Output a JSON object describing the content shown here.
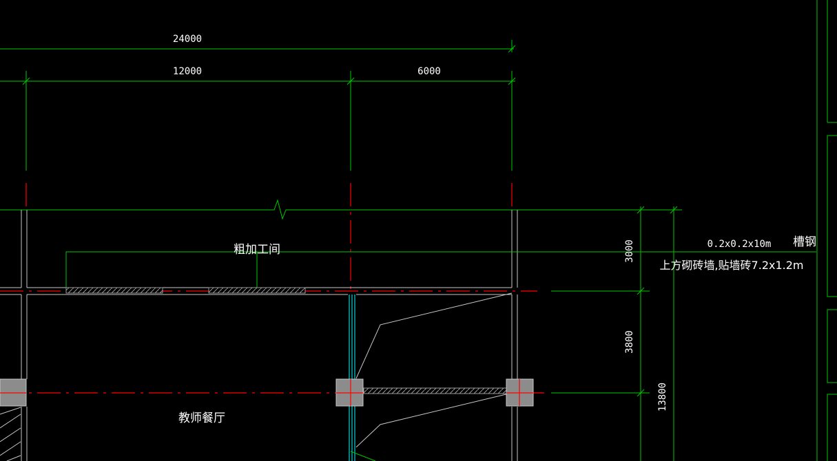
{
  "colors": {
    "background": "#000000",
    "dimension_line": "#00c800",
    "axis_line": "#ff0000",
    "wall_line": "#c8c8c8",
    "column_fill": "#8c8c8c",
    "text": "#ffffff",
    "window_line": "#00ffff"
  },
  "dimensions": {
    "top_total": "24000",
    "bay_a": "12000",
    "bay_b": "6000",
    "right_upper": "3000",
    "right_middle": "3800",
    "right_total": "13800"
  },
  "rooms": {
    "upper": "粗加工间",
    "lower": "教师餐厅"
  },
  "notes": {
    "beam_size": "0.2x0.2x10m",
    "beam_material": "槽钢",
    "wall_note": "上方砌砖墙,贴墙砖7.2x1.2m"
  }
}
